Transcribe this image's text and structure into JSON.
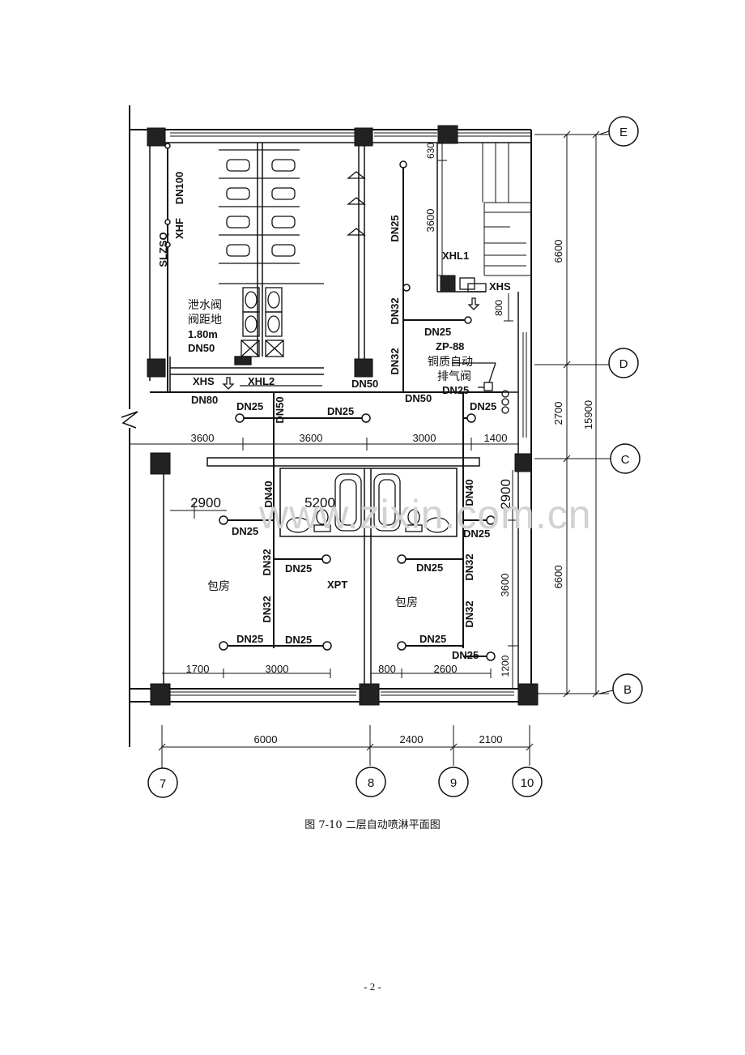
{
  "figure": {
    "caption": "图 7-10  二层自动喷淋平面图",
    "page_number": "- 2 -",
    "watermark": "www.zixin.com.cn"
  },
  "axes": {
    "rows": [
      "E",
      "D",
      "C",
      "B"
    ],
    "columns": [
      "7",
      "8",
      "9",
      "10"
    ]
  },
  "dimensions": {
    "bottom": [
      "6000",
      "2400",
      "2100"
    ],
    "right_inner": [
      "6600",
      "2700",
      "6600"
    ],
    "right_total": "15900",
    "corridor": [
      "3600",
      "3600",
      "3000",
      "1400"
    ],
    "room_left": [
      "1700",
      "3000"
    ],
    "room_right": [
      "800",
      "2600"
    ],
    "stair": [
      "630",
      "3600",
      "800"
    ],
    "right_room": [
      "2900",
      "3600",
      "1200"
    ],
    "room_top_left": "2900",
    "toilet_width": "5200"
  },
  "labels": {
    "dn100": "DN100",
    "slzsq": "SLZSQ",
    "xhf": "XHF",
    "drain_valve_1": "泄水阀",
    "drain_valve_2": "阀距地",
    "drain_valve_3": "1.80m",
    "dn50_a": "DN50",
    "xhs_a": "XHS",
    "xhl2": "XHL2",
    "dn80": "DN80",
    "dn50_b": "DN50",
    "dn50_c": "DN50",
    "dn25_riser": "DN25",
    "dn32_a": "DN32",
    "dn32_b": "DN32",
    "dn25_c": "DN25",
    "zp88": "ZP-88",
    "vent_1": "铜质自动",
    "vent_2": "排气阀",
    "dn25_d": "DN25",
    "dn25_e": "DN25",
    "xhl1": "XHL1",
    "xhs_b": "XHS",
    "dn50_d": "DN50",
    "dn25_f": "DN25",
    "dn25_g": "DN25",
    "dn40_a": "DN40",
    "dn40_b": "DN40",
    "dn25_h": "DN25",
    "dn25_i": "DN25",
    "dn32_c": "DN32",
    "dn32_d": "DN32",
    "dn25_j": "DN25",
    "xpt": "XPT",
    "room_a": "包房",
    "room_b": "包房",
    "dn25_k": "DN25",
    "dn32_e": "DN32",
    "dn32_f": "DN32",
    "dn25_l": "DN25",
    "dn25_m": "DN25",
    "dn25_n": "DN25",
    "dn25_o": "DN25"
  }
}
